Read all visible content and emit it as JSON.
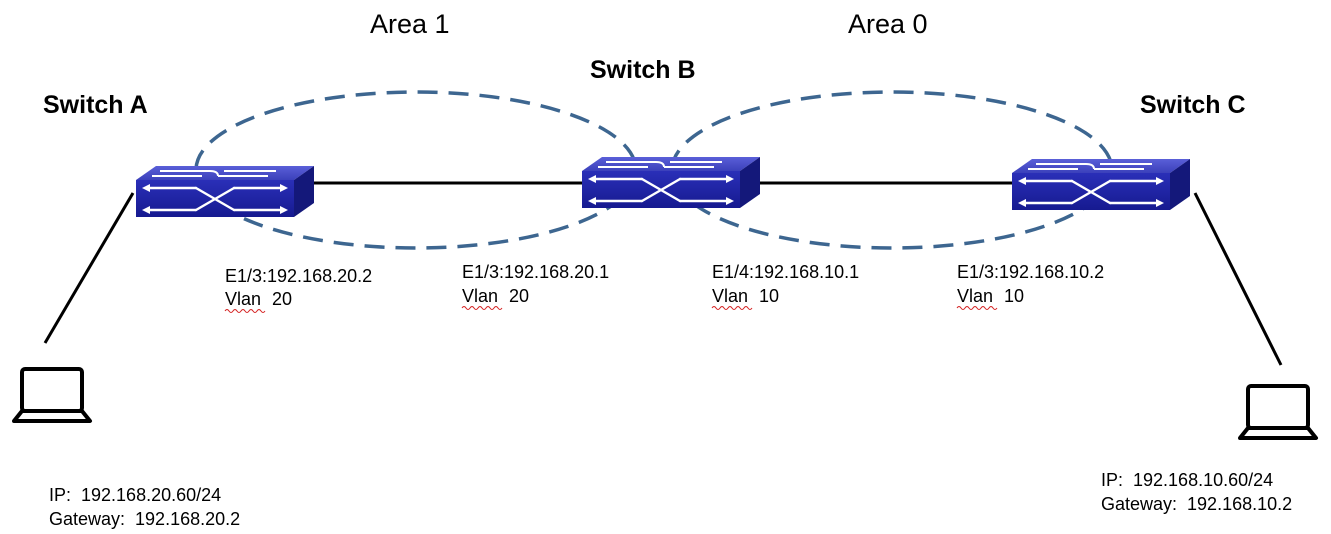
{
  "areas": [
    {
      "name": "Area 1"
    },
    {
      "name": "Area 0"
    }
  ],
  "switches": [
    {
      "name": "Switch A"
    },
    {
      "name": "Switch B"
    },
    {
      "name": "Switch C"
    }
  ],
  "interfaces": [
    {
      "port": "E1/3:192.168.20.2",
      "vlan_word": "Vlan",
      "vlan_id": "20"
    },
    {
      "port": "E1/3:192.168.20.1",
      "vlan_word": "Vlan",
      "vlan_id": "20"
    },
    {
      "port": "E1/4:192.168.10.1",
      "vlan_word": "Vlan",
      "vlan_id": "10"
    },
    {
      "port": "E1/3:192.168.10.2",
      "vlan_word": "Vlan",
      "vlan_id": "10"
    }
  ],
  "hosts": [
    {
      "ip": "IP:  192.168.20.60/24",
      "gateway": "Gateway:  192.168.20.2"
    },
    {
      "ip": "IP:  192.168.10.60/24",
      "gateway": "Gateway:  192.168.10.2"
    }
  ],
  "colors": {
    "switch_top": "#4a4fc8",
    "switch_front": "#1f23a8",
    "switch_side": "#14187a",
    "area_dash": "#3d6690",
    "link": "#000000",
    "spellcheck": "#d42020"
  }
}
